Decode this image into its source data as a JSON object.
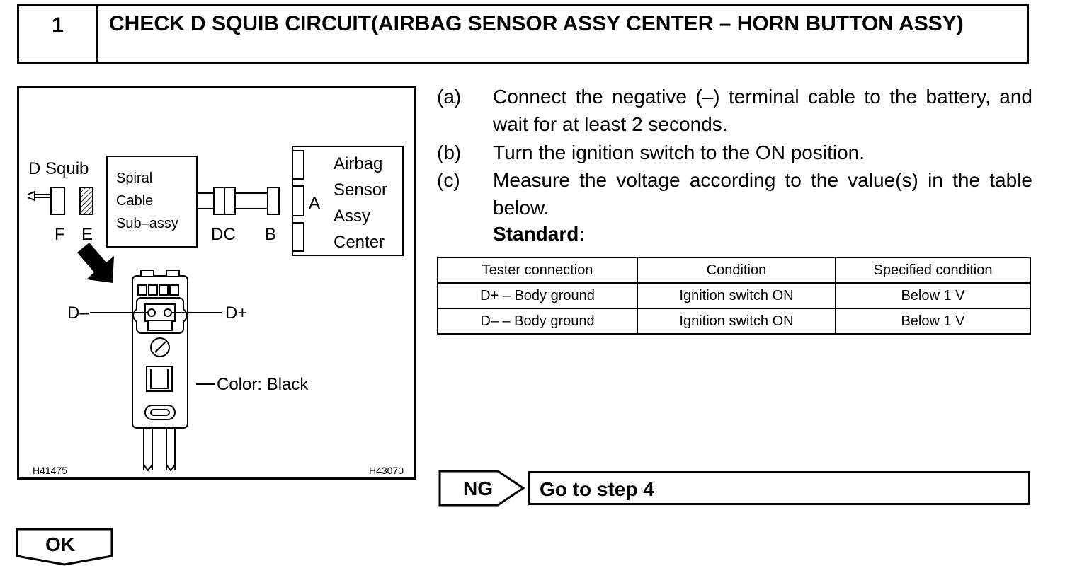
{
  "header": {
    "step_number": "1",
    "title": "CHECK D SQUIB CIRCUIT(AIRBAG SENSOR ASSY CENTER – HORN BUTTON ASSY)"
  },
  "figure": {
    "d_squib": "D Squib",
    "spiral_line1": "Spiral",
    "spiral_line2": "Cable",
    "spiral_line3": "Sub–assy",
    "label_f": "F",
    "label_e": "E",
    "label_dc": "DC",
    "label_b": "B",
    "label_a": "A",
    "airbag_line1": "Airbag",
    "airbag_line2": "Sensor",
    "airbag_line3": "Assy",
    "airbag_line4": "Center",
    "d_minus": "D–",
    "d_plus": "D+",
    "color_label": "Color: Black",
    "code_left": "H41475",
    "code_right": "H43070"
  },
  "steps": [
    {
      "label": "(a)",
      "text": "Connect the negative (–) terminal cable to the battery, and wait for at least 2 seconds."
    },
    {
      "label": "(b)",
      "text": "Turn the ignition switch to the ON position."
    },
    {
      "label": "(c)",
      "text": "Measure the voltage according to the value(s) in the table below."
    }
  ],
  "standard_label": "Standard:",
  "table": {
    "headers": [
      "Tester connection",
      "Condition",
      "Specified condition"
    ],
    "rows": [
      [
        "D+ – Body ground",
        "Ignition switch ON",
        "Below 1 V"
      ],
      [
        "D– – Body ground",
        "Ignition switch ON",
        "Below 1 V"
      ]
    ]
  },
  "ng": {
    "label": "NG",
    "action": "Go to step 4"
  },
  "ok": {
    "label": "OK"
  }
}
